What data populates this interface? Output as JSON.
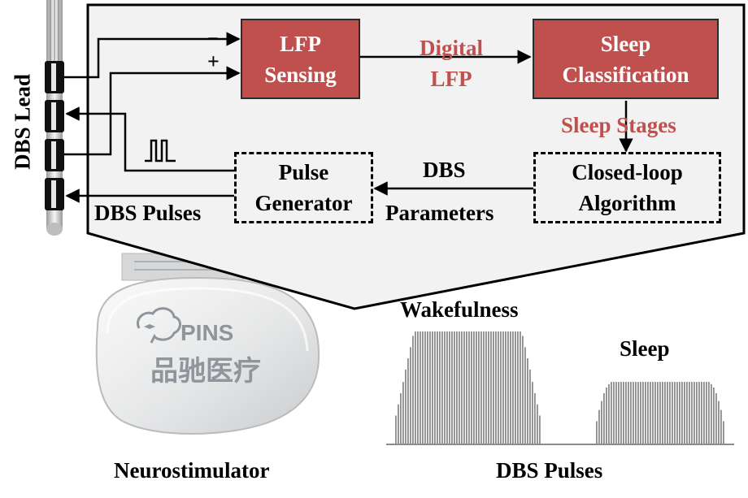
{
  "lead_label": "DBS Lead",
  "blocks": {
    "lfp_sensing": "LFP\nSensing",
    "sleep_classification": "Sleep\nClassification",
    "pulse_generator": "Pulse\nGenerator",
    "closed_loop": "Closed-loop\nAlgorithm"
  },
  "arrow_labels": {
    "digital_lfp": "Digital\nLFP",
    "sleep_stages": "Sleep  Stages",
    "dbs_parameters_top": "DBS",
    "dbs_parameters_bottom": "Parameters",
    "dbs_pulses": "DBS Pulses",
    "minus": "−",
    "plus": "+"
  },
  "device": {
    "brand": "PINS",
    "chinese_name": "品驰医疗",
    "caption": "Neurostimulator"
  },
  "pulses_plot": {
    "wakefulness_label": "Wakefulness",
    "sleep_label": "Sleep",
    "caption": "DBS Pulses",
    "wake_envelope": [
      0.25,
      0.35,
      0.45,
      0.55,
      0.66,
      0.76,
      0.86,
      0.96,
      1,
      1,
      1,
      1,
      1,
      1,
      1,
      1,
      1,
      1,
      1,
      1,
      1,
      1,
      1,
      1,
      1,
      1,
      1,
      1,
      1,
      1,
      1,
      1,
      1,
      1,
      1,
      1,
      1,
      1,
      1,
      1,
      1,
      1,
      1,
      1,
      1,
      1,
      1,
      1,
      1,
      1,
      1,
      1,
      0.96,
      0.86,
      0.76,
      0.66,
      0.55,
      0.45,
      0.35,
      0.25
    ],
    "sleep_envelope": [
      0.2,
      0.3,
      0.38,
      0.45,
      0.5,
      0.53,
      0.55,
      0.55,
      0.55,
      0.55,
      0.55,
      0.55,
      0.55,
      0.55,
      0.55,
      0.55,
      0.55,
      0.55,
      0.55,
      0.55,
      0.55,
      0.55,
      0.55,
      0.55,
      0.55,
      0.55,
      0.55,
      0.55,
      0.55,
      0.55,
      0.55,
      0.55,
      0.55,
      0.55,
      0.55,
      0.55,
      0.55,
      0.55,
      0.55,
      0.55,
      0.55,
      0.55,
      0.55,
      0.55,
      0.55,
      0.55,
      0.55,
      0.53,
      0.5,
      0.45,
      0.38,
      0.3,
      0.2
    ]
  },
  "colors": {
    "block_fill": "#c0504d",
    "label_red": "#c0504d",
    "panel_fill": "#f2f2f2",
    "pulse_bar": "#8c8c8c"
  }
}
